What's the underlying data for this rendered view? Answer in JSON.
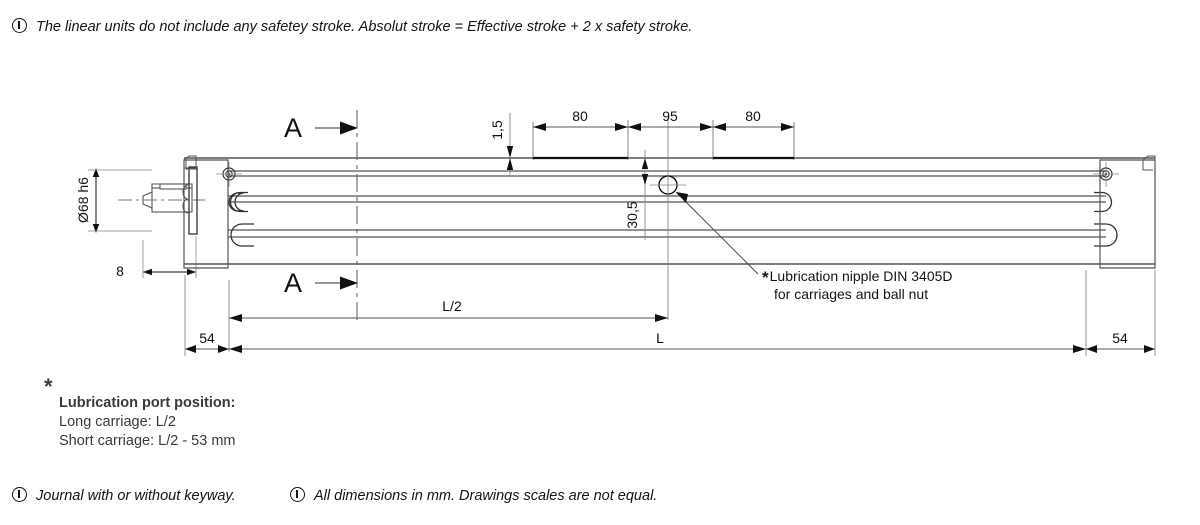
{
  "notes": {
    "top": "The linear units do not include any safetey stroke. Absolut stroke = Effective stroke + 2 x safety stroke.",
    "bottom_left": "Journal with or without keyway.",
    "bottom_right": "All dimensions in mm. Drawings scales are not equal."
  },
  "lubrication_block": {
    "marker": "*",
    "title": "Lubrication port position:",
    "line1": "Long carriage: L/2",
    "line2": "Short carriage: L/2 - 53 mm"
  },
  "nipple_callout": {
    "marker": "*",
    "line1": "Lubrication nipple DIN 3405D",
    "line2": "for carriages and ball nut"
  },
  "section_marks": {
    "upper": "A",
    "lower": "A"
  },
  "dimensions": {
    "shaft_diameter": "Ø68 h6",
    "shaft_length": "8",
    "offset_top": "1,5",
    "offset_vertical": "30,5",
    "span_1": "80",
    "span_2": "95",
    "span_3": "80",
    "end_left": "54",
    "end_right": "54",
    "half_length": "L/2",
    "total_length": "L"
  },
  "colors": {
    "line": "#555555",
    "line_dark": "#111111",
    "dim": "#1a1a1a",
    "background": "#ffffff",
    "text_grey": "#3a3a3a"
  }
}
